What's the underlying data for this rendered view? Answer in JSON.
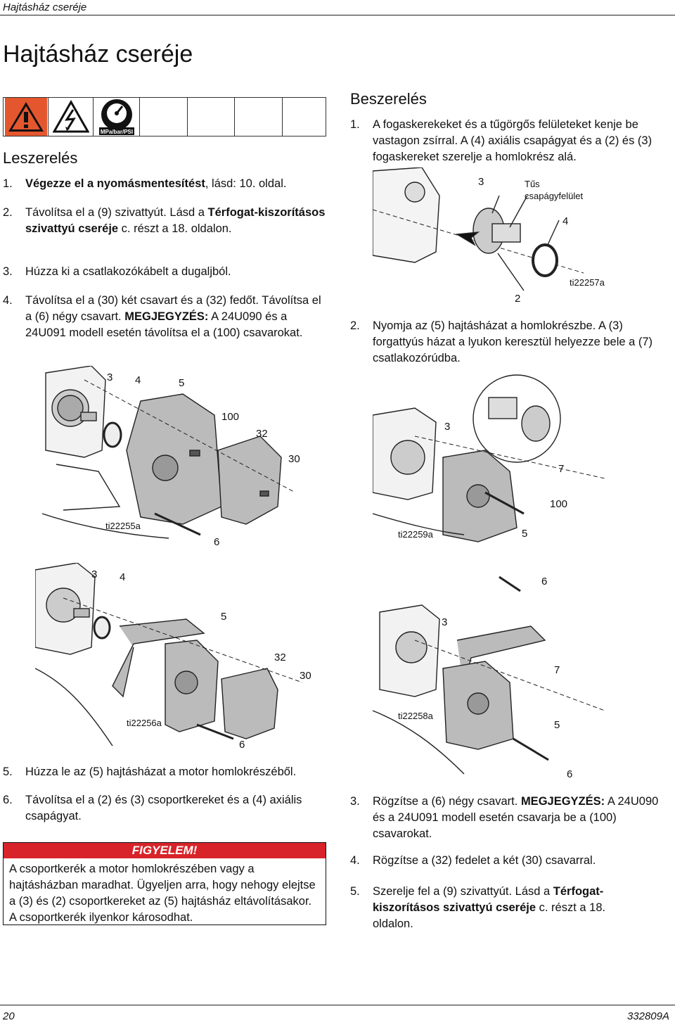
{
  "header": {
    "running_title": "Hajtásház cseréje",
    "page_title": "Hajtásház cseréje"
  },
  "left": {
    "section_title": "Leszerelés",
    "steps": [
      {
        "num": "1.",
        "bold": "Végezze el a nyomásmentesítést",
        "rest": ", lásd: 10. oldal."
      },
      {
        "num": "2.",
        "pre": "Távolítsa el a (9) szivattyút. Lásd a ",
        "bold": "Térfogat-kiszorításos szivattyú cseréje",
        "rest": " c. részt a 18. oldalon."
      },
      {
        "num": "3.",
        "text": "Húzza ki a csatlakozókábelt a dugaljból."
      },
      {
        "num": "4.",
        "pre": "Távolítsa el a (30) két csavart és a (32) fedőt. Távolítsa el a (6) négy csavart. ",
        "bold": "MEGJEGYZÉS:",
        "rest": " A 24U090 és a 24U091 modell esetén távolítsa el a (100) csavarokat."
      },
      {
        "num": "5.",
        "text": "Húzza le az (5) hajtásházat a motor homlokrészéből."
      },
      {
        "num": "6.",
        "text": "Távolítsa el a (2) és (3) csoportkereket és a (4) axiális csapágyat."
      }
    ],
    "warning_icons": [
      "warning-triangle-icon",
      "electric-shock-icon",
      "pressure-gauge-icon"
    ],
    "gauge_label": "MPa/bar/PSI",
    "fig1": {
      "labels": [
        "3",
        "4",
        "5",
        "100",
        "32",
        "30",
        "6"
      ],
      "id": "ti22255a"
    },
    "fig2": {
      "labels": [
        "3",
        "4",
        "5",
        "32",
        "30",
        "6"
      ],
      "id": "ti22256a"
    },
    "caution": {
      "heading": "FIGYELEM!",
      "text": "A csoportkerék a motor homlokrészében vagy a hajtásházban maradhat. Ügyeljen arra, hogy nehogy elejtse a (3) és (2) csoportkereket az (5) hajtásház eltávolításakor. A csoportkerék ilyenkor károsodhat."
    }
  },
  "right": {
    "section_title": "Beszerelés",
    "step1": {
      "num": "1.",
      "text": "A fogaskerekeket és a tűgörgős felületeket kenje be vastagon zsírral. A (4) axiális csapágyat és a (2) és (3) fogaskereket szerelje a homlokrész alá."
    },
    "fig3": {
      "label_3": "3",
      "label_surface_1": "Tűs",
      "label_surface_2": "csapágyfelület",
      "label_4": "4",
      "label_2": "2",
      "id": "ti22257a"
    },
    "step2": {
      "num": "2.",
      "text": "Nyomja az (5) hajtásházat a homlokrészbe. A (3) forgattyús házat a lyukon keresztül helyezze bele a (7) csatlakozórúdba."
    },
    "fig4": {
      "labels": [
        "3",
        "7",
        "100",
        "5"
      ],
      "id": "ti22259a"
    },
    "fig5": {
      "labels": [
        "6",
        "3",
        "7",
        "5",
        "6"
      ],
      "id": "ti22258a"
    },
    "step3": {
      "num": "3.",
      "pre": "Rögzítse a (6) négy csavart. ",
      "bold": "MEGJEGYZÉS:",
      "rest": " A 24U090 és a 24U091 modell esetén csavarja be a (100) csavarokat."
    },
    "step4": {
      "num": "4.",
      "text": "Rögzítse a (32) fedelet a két (30) csavarral."
    },
    "step5": {
      "num": "5.",
      "pre": "Szerelje fel a (9) szivattyút. Lásd a ",
      "bold": "Térfogat-kiszorításos szivattyú cseréje",
      "rest": " c. részt a 18. oldalon."
    }
  },
  "footer": {
    "page_number": "20",
    "doc_number": "332809A"
  }
}
